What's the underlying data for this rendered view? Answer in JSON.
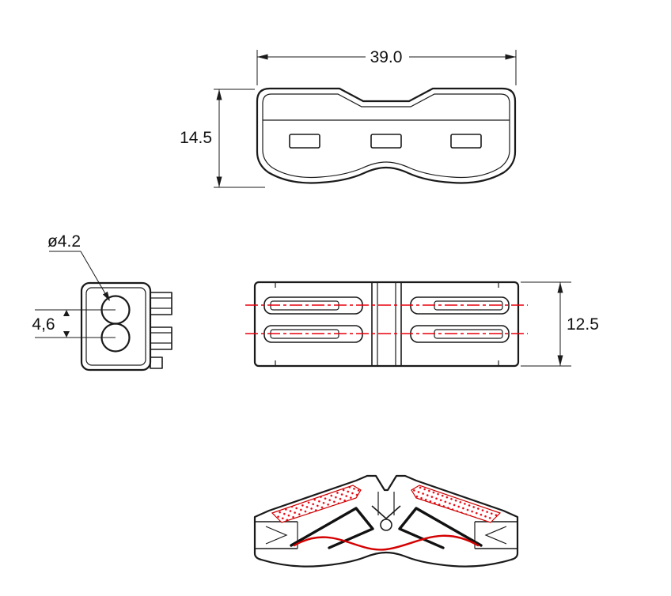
{
  "page": {
    "background": "#ffffff",
    "line_color": "#1a1a1a",
    "accent_color": "#e8000d"
  },
  "drawing": {
    "views": {
      "top_view": {
        "width_dim": "39.0",
        "height_dim": "14.5"
      },
      "end_view": {
        "hole_diameter_dim": "ø4.2",
        "hole_pitch_dim": "4,6"
      },
      "side_view": {
        "height_dim": "12.5"
      }
    }
  }
}
